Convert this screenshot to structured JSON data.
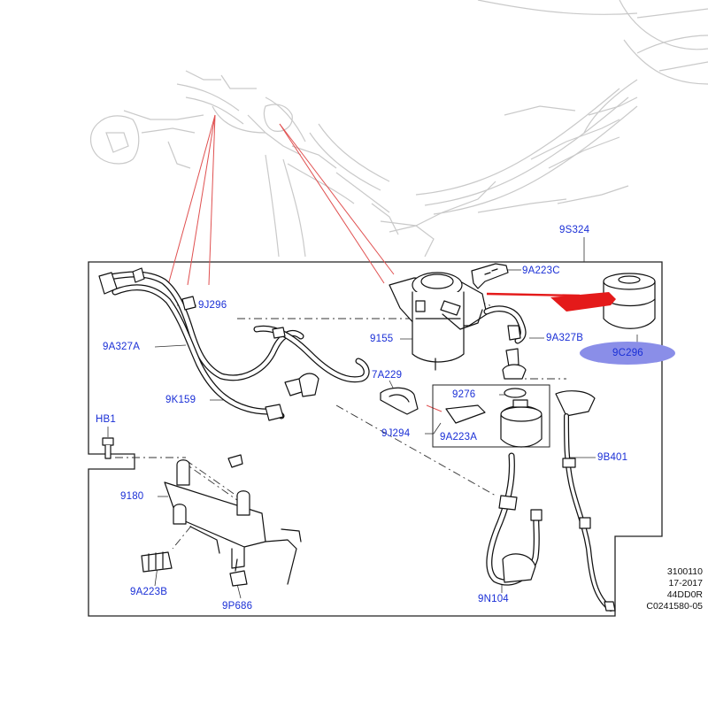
{
  "diagram": {
    "part_labels": {
      "p9S324": "9S324",
      "p9A223C": "9A223C",
      "p9J296": "9J296",
      "p9A327A": "9A327A",
      "p9155": "9155",
      "p9A327B": "9A327B",
      "p9C296": "9C296",
      "p7A229": "7A229",
      "p9276": "9276",
      "p9K159": "9K159",
      "pHB1": "HB1",
      "p9J294": "9J294",
      "p9A223A": "9A223A",
      "p9B401": "9B401",
      "p9180": "9180",
      "p9A223B": "9A223B",
      "p9P686": "9P686",
      "p9N104": "9N104"
    },
    "reference": {
      "line1": "3100110",
      "line2": "17-2017",
      "line3": "44DD0R",
      "line4": "C0241580-05"
    },
    "colors": {
      "label": "#1a2fd6",
      "arrow": "#e41a1a",
      "highlight": "#8a8ee8",
      "callout_lines": "#e05050",
      "line_art": "#111111",
      "ghost_art": "#c8c8c8"
    }
  }
}
